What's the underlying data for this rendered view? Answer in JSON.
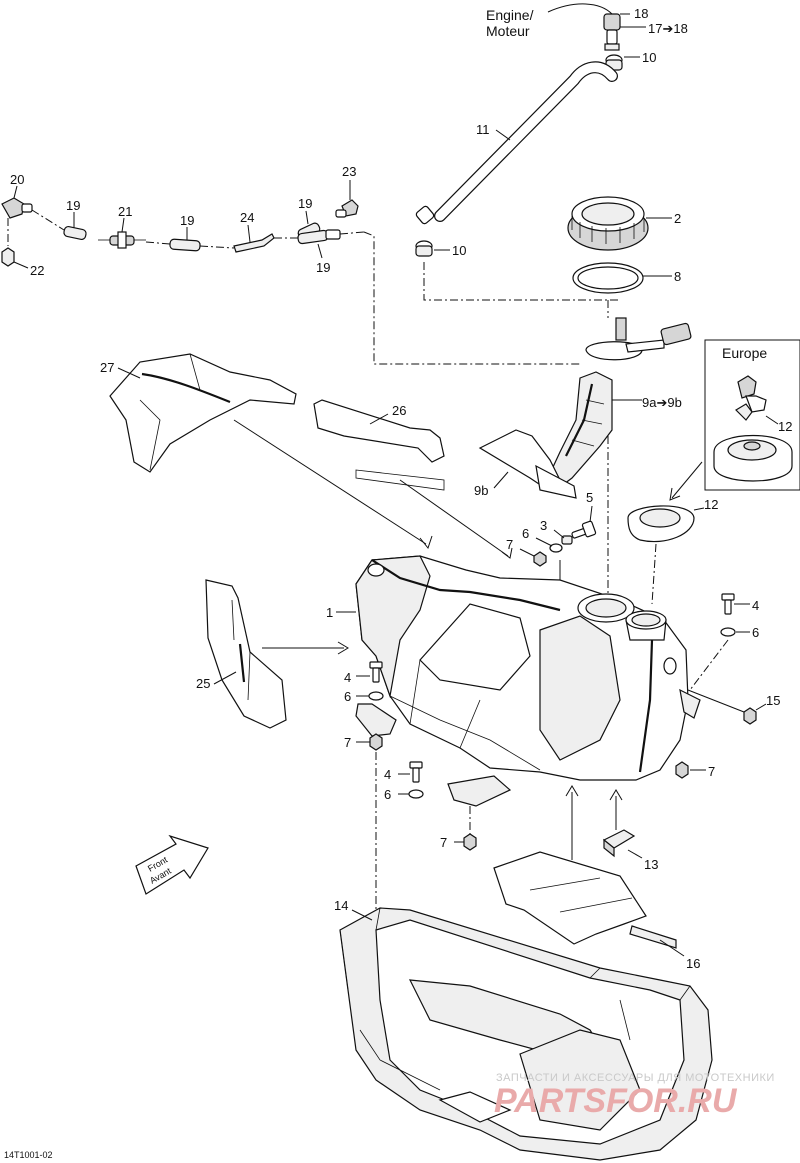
{
  "engine_label": {
    "line1": "Engine/",
    "line2": "Moteur"
  },
  "europe_label": "Europe",
  "front_arrow": {
    "line1": "Front",
    "line2": "Avant"
  },
  "diagram_code": "14T1001-02",
  "watermark": {
    "line1": "ЗАПЧАСТИ И АКСЕССУАРЫ ДЛЯ МОТОТЕХНИКИ",
    "line2": "PARTSFOR.RU"
  },
  "callouts": {
    "c18": "18",
    "c17": "17➔18",
    "c10a": "10",
    "c11": "11",
    "c2": "2",
    "c10b": "10",
    "c8": "8",
    "c20": "20",
    "c23": "23",
    "c21": "21",
    "c19a": "19",
    "c19b": "19",
    "c24": "24",
    "c19c": "19",
    "c19d": "19",
    "c22": "22",
    "c27": "27",
    "c26": "26",
    "c9": "9a➔9b",
    "c9b": "9b",
    "c12a": "12",
    "c12b": "12",
    "c5": "5",
    "c3": "3",
    "c6a": "6",
    "c7a": "7",
    "c1": "1",
    "c25": "25",
    "c4a": "4",
    "c6b": "6",
    "c7b": "7",
    "c4b": "4",
    "c6c": "6",
    "c7c": "7",
    "c4d": "4",
    "c6d": "6",
    "c15": "15",
    "c7d": "7",
    "c13": "13",
    "c14": "14",
    "c16": "16"
  }
}
